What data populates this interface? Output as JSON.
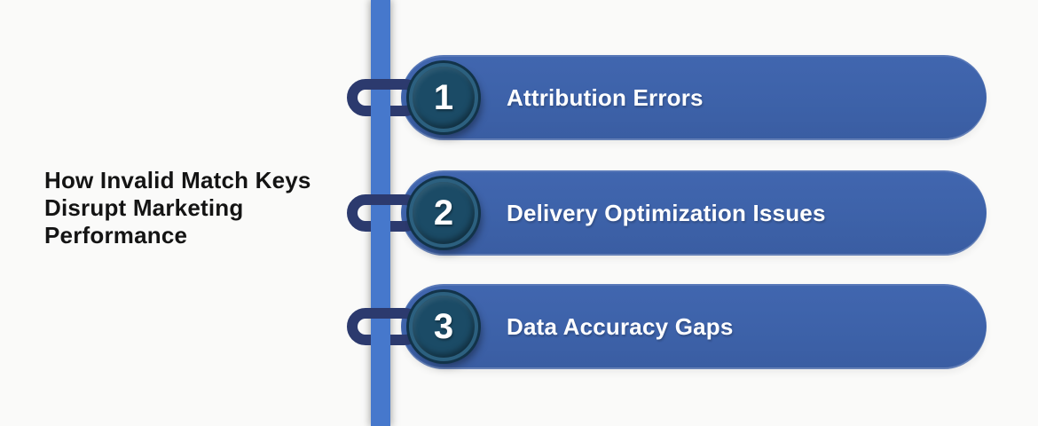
{
  "header": {
    "title": "How Invalid Match Keys Disrupt Marketing Performance",
    "title_lines": [
      "How Invalid Match Keys",
      "Disrupt Marketing",
      "Performance"
    ]
  },
  "timeline": {
    "rod_icon": "vertical-timeline-rod",
    "connector_icon": "chain-link-icon",
    "items": [
      {
        "number": "1",
        "label": "Attribution Errors"
      },
      {
        "number": "2",
        "label": "Delivery Optimization Issues"
      },
      {
        "number": "3",
        "label": "Data Accuracy Gaps"
      }
    ]
  },
  "colors": {
    "background": "#fafaf9",
    "title_text": "#141414",
    "rod_blue": "#4678cc",
    "link_navy": "#2c3a6e",
    "pill_blue": "#3d62a9",
    "pill_blue_light": "#4166af",
    "pill_blue_dark": "#3a5da2",
    "badge_fill": "#1b4b66",
    "badge_ring": "#2c607f",
    "badge_outline": "#123349",
    "step_text": "#ffffff"
  }
}
